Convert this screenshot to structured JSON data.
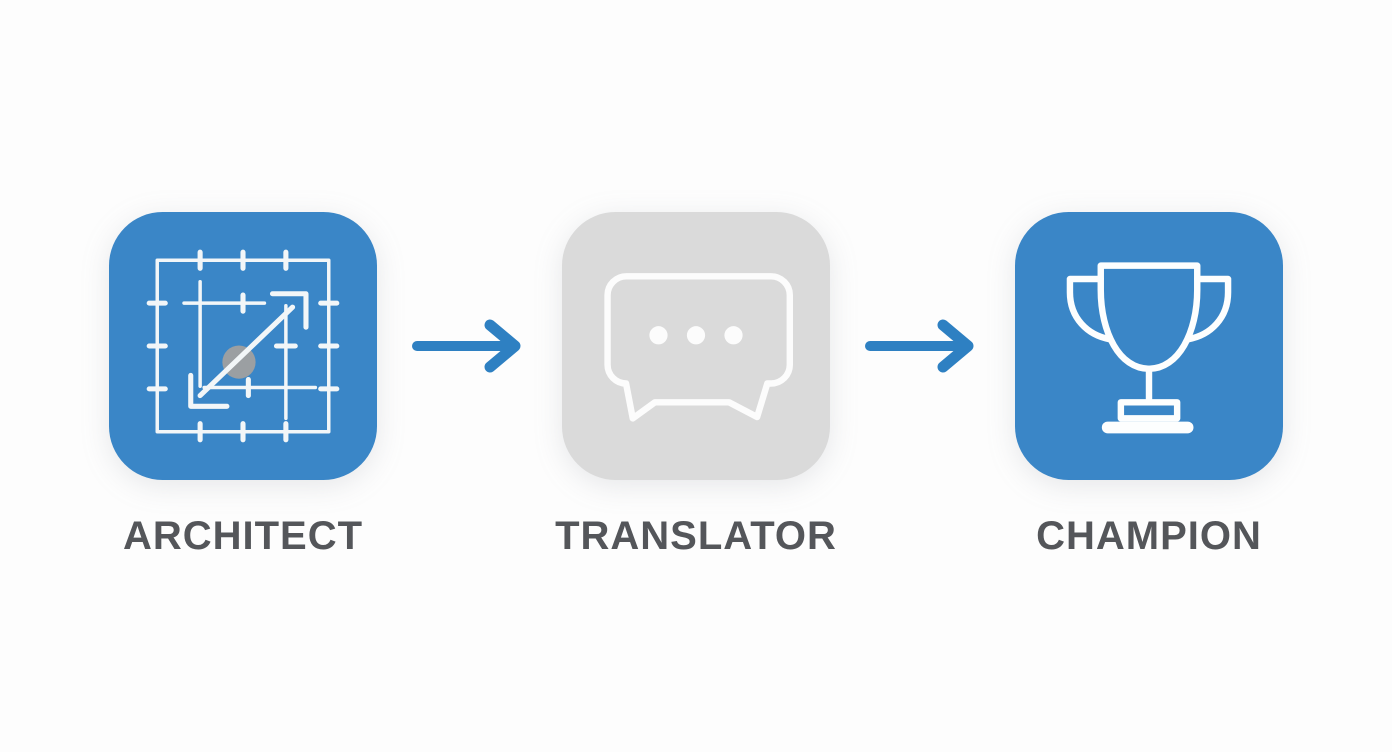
{
  "theme": {
    "background_color": "#fdfdfd",
    "label_color": "#54565a",
    "arrow_color": "#2e80c2"
  },
  "diagram": {
    "steps": [
      {
        "label": "ARCHITECT",
        "icon": "blueprint-plan-icon",
        "tile_color": "#3a86c7",
        "icon_color": "#f2f6f8",
        "dot_color": "#9b9fa2"
      },
      {
        "label": "TRANSLATOR",
        "icon": "speech-bubble-icon",
        "tile_color": "#dadada",
        "icon_color": "#fcfcfc"
      },
      {
        "label": "CHAMPION",
        "icon": "trophy-icon",
        "tile_color": "#3a86c7",
        "icon_color": "#fdfefe"
      }
    ],
    "connectors": [
      {
        "from": "ARCHITECT",
        "to": "TRANSLATOR",
        "shape": "arrow-right"
      },
      {
        "from": "TRANSLATOR",
        "to": "CHAMPION",
        "shape": "arrow-right"
      }
    ]
  }
}
